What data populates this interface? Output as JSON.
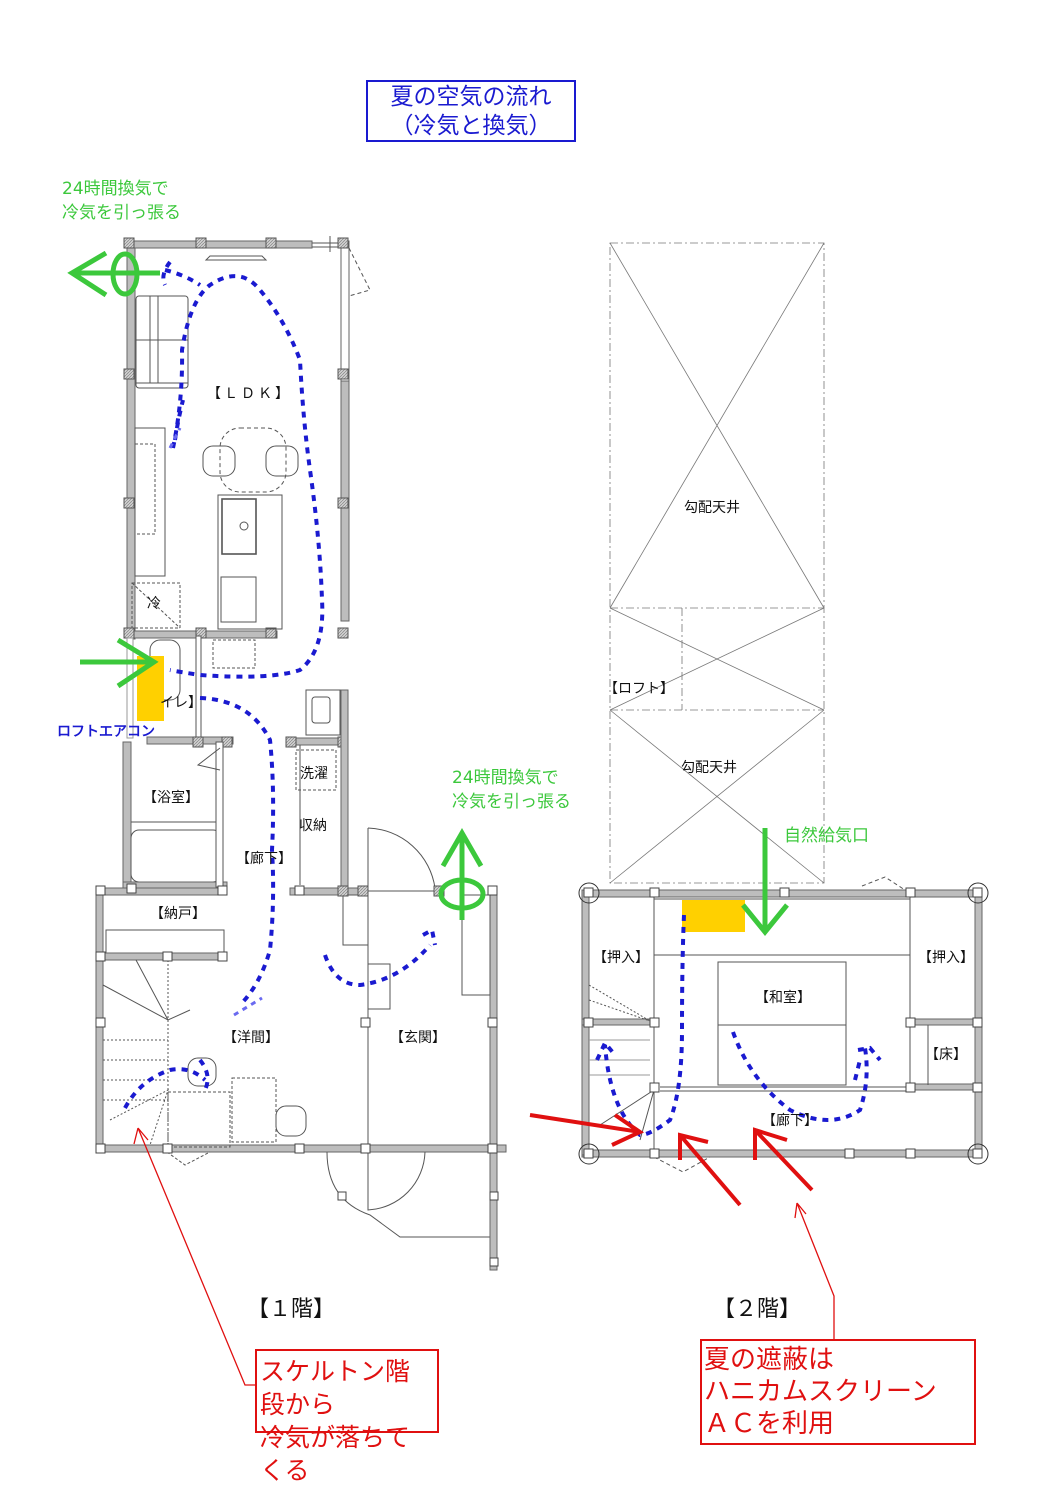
{
  "title": {
    "line1": "夏の空気の流れ",
    "line2": "（冷気と換気）"
  },
  "colors": {
    "title_blue": "#1a1ad0",
    "airflow_blue": "#1a1ad0",
    "vent_green": "#3cc83c",
    "sun_red": "#e01010",
    "aircon_yellow": "#ffd000",
    "wall_gray": "#bdbdbd",
    "line_gray": "#555555"
  },
  "first_floor": {
    "label": "【１階】",
    "rooms": {
      "ldk": "【ＬＤＫ】",
      "fridge": "冷",
      "toilet": "イレ】",
      "bath": "【浴室】",
      "laundry": "洗濯",
      "storage": "収納",
      "hallway": "【廊下】",
      "closet": "【納戸】",
      "western_room": "【洋間】",
      "entrance": "【玄関】"
    },
    "vent_top_note": {
      "line1": "24時間換気で",
      "line2": "冷気を引っ張る"
    },
    "vent_entrance_note": {
      "line1": "24時間換気で",
      "line2": "冷気を引っ張る"
    },
    "aircon_label": "ロフトエアコン",
    "callout": {
      "line1": "スケルトン階段から",
      "line2": "冷気が落ちてくる"
    }
  },
  "loft_plan": {
    "upper_ceiling": "勾配天井",
    "loft": "【ロフト】",
    "lower_ceiling": "勾配天井"
  },
  "second_floor": {
    "label": "【２階】",
    "rooms": {
      "closet_left": "【押入】",
      "closet_right": "【押入】",
      "japanese_room": "【和室】",
      "alcove": "【床】",
      "hallway": "【廊下】"
    },
    "inlet_note": "自然給気口",
    "callout": {
      "line1": "夏の遮蔽は",
      "line2": "ハニカムスクリーン",
      "line3": "ＡＣを利用"
    }
  }
}
